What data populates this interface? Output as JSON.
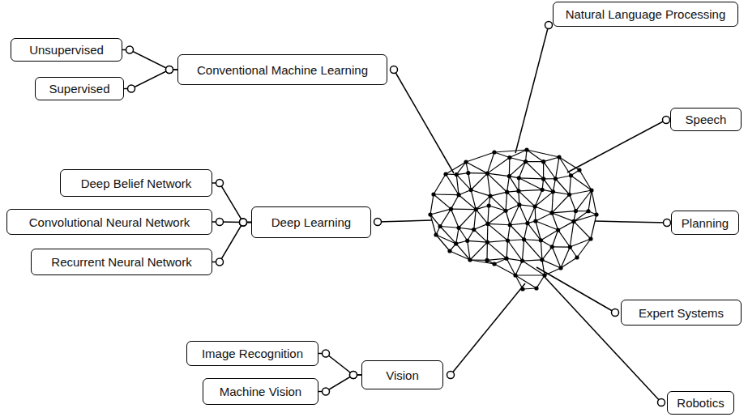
{
  "diagram": {
    "nodes": [
      {
        "text": [
          "Unsupervised"
        ]
      },
      {
        "text": [
          "Conventional Machine Learning"
        ]
      },
      {
        "text": [
          "Natural Language Processing"
        ]
      },
      {
        "text": [
          "Supervised"
        ]
      },
      {
        "text": [
          "Speech"
        ]
      },
      {
        "text": [
          "Deep Belief Network"
        ]
      },
      {
        "text": [
          "Convolutional Neural Network"
        ]
      },
      {
        "text": [
          "Deep Learning"
        ]
      },
      {
        "text": [
          "Planning"
        ]
      },
      {
        "text": [
          "Recurrent Neural Network"
        ]
      },
      {
        "text": [
          "Expert Systems"
        ]
      },
      {
        "text": [
          "Image Recognition"
        ]
      },
      {
        "text": [
          "Vision"
        ]
      },
      {
        "text": [
          "Machine Vision"
        ]
      },
      {
        "text": [
          "Robotics"
        ]
      }
    ],
    "edges": [
      {
        "from": 0,
        "to": 1,
        "arrow": "none"
      },
      {
        "from": 3,
        "to": 1,
        "arrow": "none"
      },
      {
        "from": 5,
        "to": 7,
        "arrow": "none"
      },
      {
        "from": 6,
        "to": 7,
        "arrow": "none"
      },
      {
        "from": 9,
        "to": 7,
        "arrow": "none"
      },
      {
        "from": 11,
        "to": 12,
        "arrow": "none"
      },
      {
        "from": 13,
        "to": 12,
        "arrow": "none"
      }
    ]
  }
}
